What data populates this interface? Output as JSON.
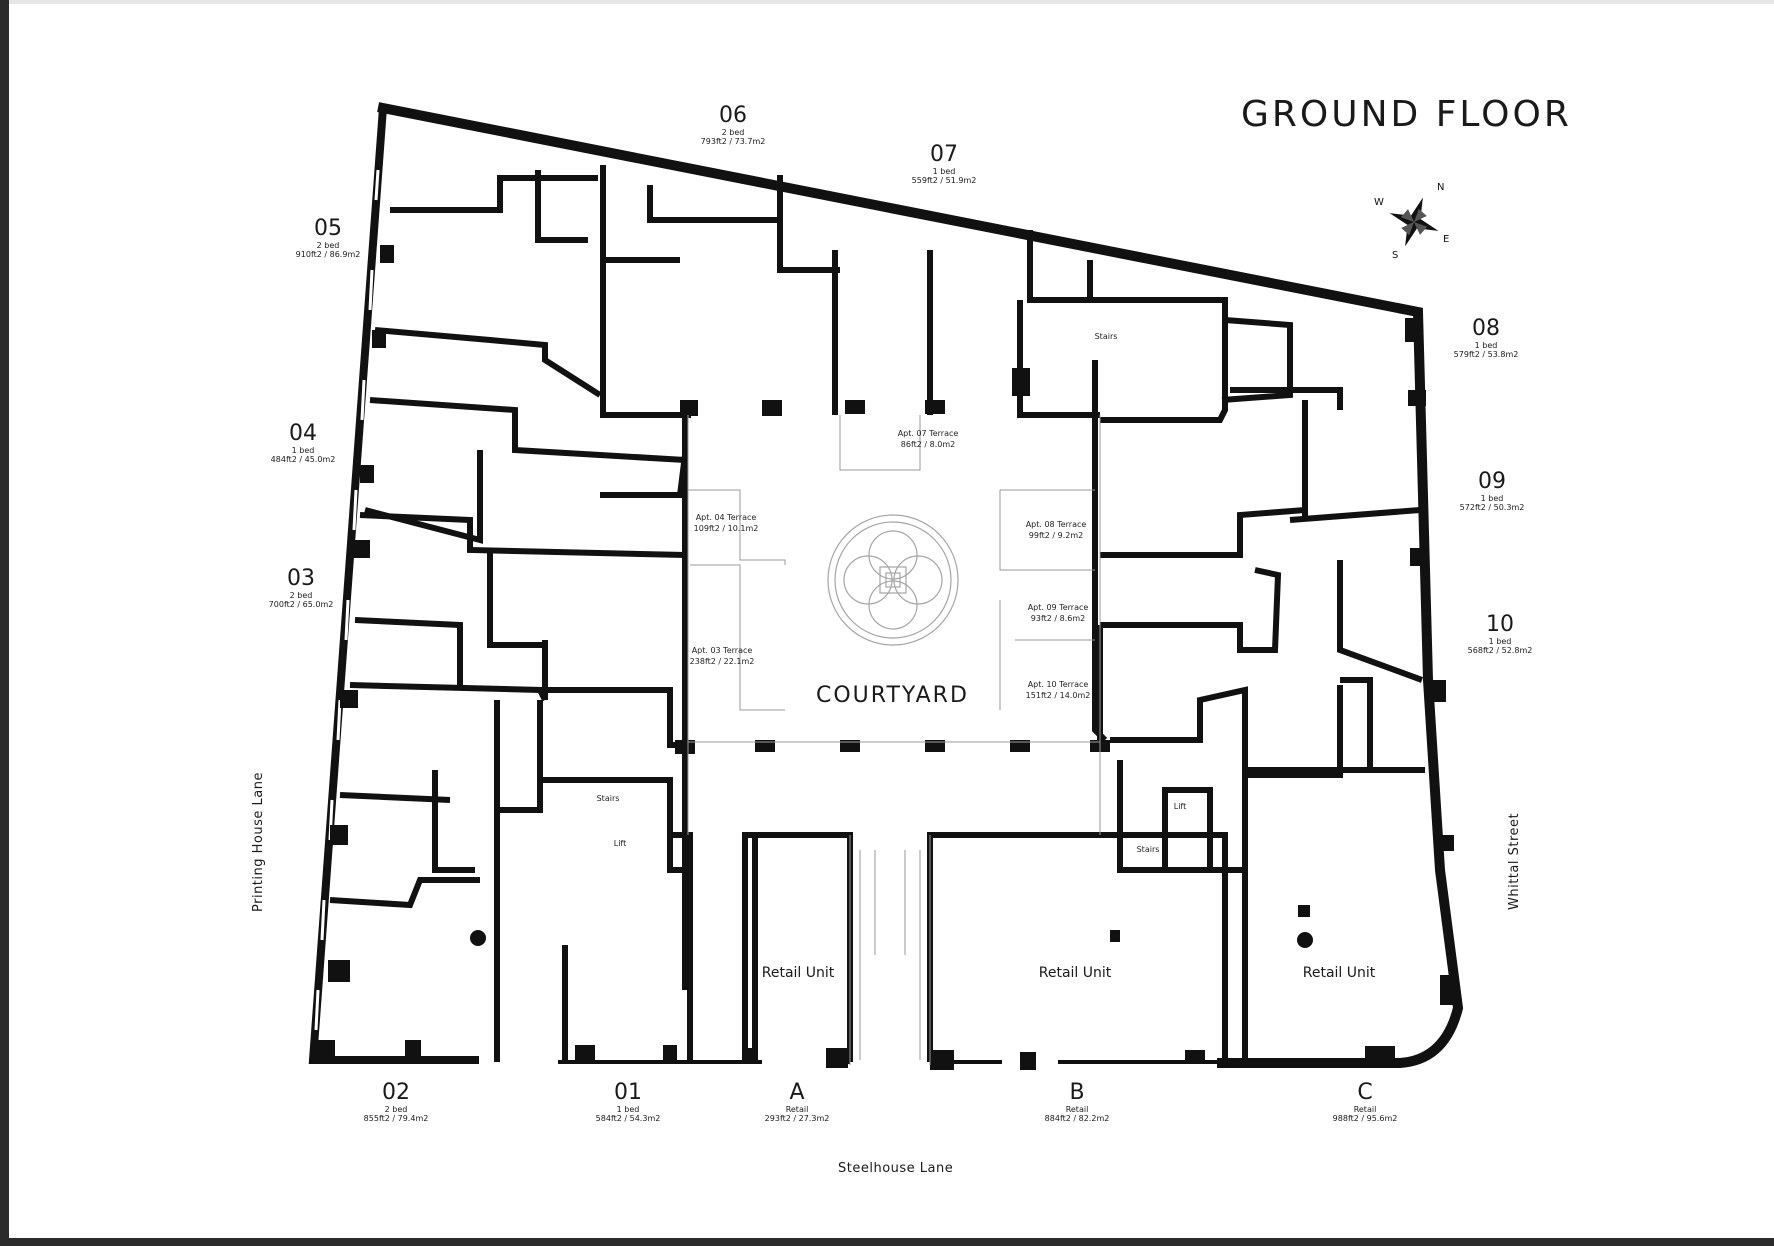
{
  "title": "GROUND FLOOR",
  "courtyard_label": "COURTYARD",
  "compass": {
    "n": "N",
    "e": "E",
    "s": "S",
    "w": "W"
  },
  "streets": {
    "bottom": "Steelhouse Lane",
    "left": "Printing House Lane",
    "right": "Whittal Street"
  },
  "units": [
    {
      "id": "06",
      "type": "2 bed",
      "area": "793ft2 / 73.7m2"
    },
    {
      "id": "07",
      "type": "1 bed",
      "area": "559ft2 / 51.9m2"
    },
    {
      "id": "05",
      "type": "2 bed",
      "area": "910ft2 / 86.9m2"
    },
    {
      "id": "04",
      "type": "1 bed",
      "area": "484ft2 / 45.0m2"
    },
    {
      "id": "03",
      "type": "2 bed",
      "area": "700ft2 / 65.0m2"
    },
    {
      "id": "08",
      "type": "1 bed",
      "area": "579ft2 / 53.8m2"
    },
    {
      "id": "09",
      "type": "1 bed",
      "area": "572ft2 / 50.3m2"
    },
    {
      "id": "10",
      "type": "1 bed",
      "area": "568ft2 / 52.8m2"
    },
    {
      "id": "02",
      "type": "2 bed",
      "area": "855ft2 / 79.4m2"
    },
    {
      "id": "01",
      "type": "1 bed",
      "area": "584ft2 / 54.3m2"
    },
    {
      "id": "A",
      "type": "Retail",
      "area": "293ft2 / 27.3m2"
    },
    {
      "id": "B",
      "type": "Retail",
      "area": "884ft2 / 82.2m2"
    },
    {
      "id": "C",
      "type": "Retail",
      "area": "988ft2 / 95.6m2"
    }
  ],
  "terraces": [
    {
      "name": "Apt. 07 Terrace",
      "area": "86ft2 / 8.0m2"
    },
    {
      "name": "Apt. 04 Terrace",
      "area": "109ft2 / 10.1m2"
    },
    {
      "name": "Apt. 08 Terrace",
      "area": "99ft2 / 9.2m2"
    },
    {
      "name": "Apt. 09 Terrace",
      "area": "93ft2 / 8.6m2"
    },
    {
      "name": "Apt. 03 Terrace",
      "area": "238ft2 / 22.1m2"
    },
    {
      "name": "Apt. 10 Terrace",
      "area": "151ft2 / 14.0m2"
    }
  ],
  "room_labels": {
    "stairs_top": "Stairs",
    "stairs_left": "Stairs",
    "lift_left": "Lift",
    "lift_right": "Lift",
    "stairs_right": "Stairs"
  },
  "retail_labels": {
    "a": "Retail Unit",
    "b": "Retail Unit",
    "c": "Retail Unit"
  },
  "colors": {
    "wall": "#111111",
    "line": "#9a9a9a",
    "background": "#ffffff"
  }
}
